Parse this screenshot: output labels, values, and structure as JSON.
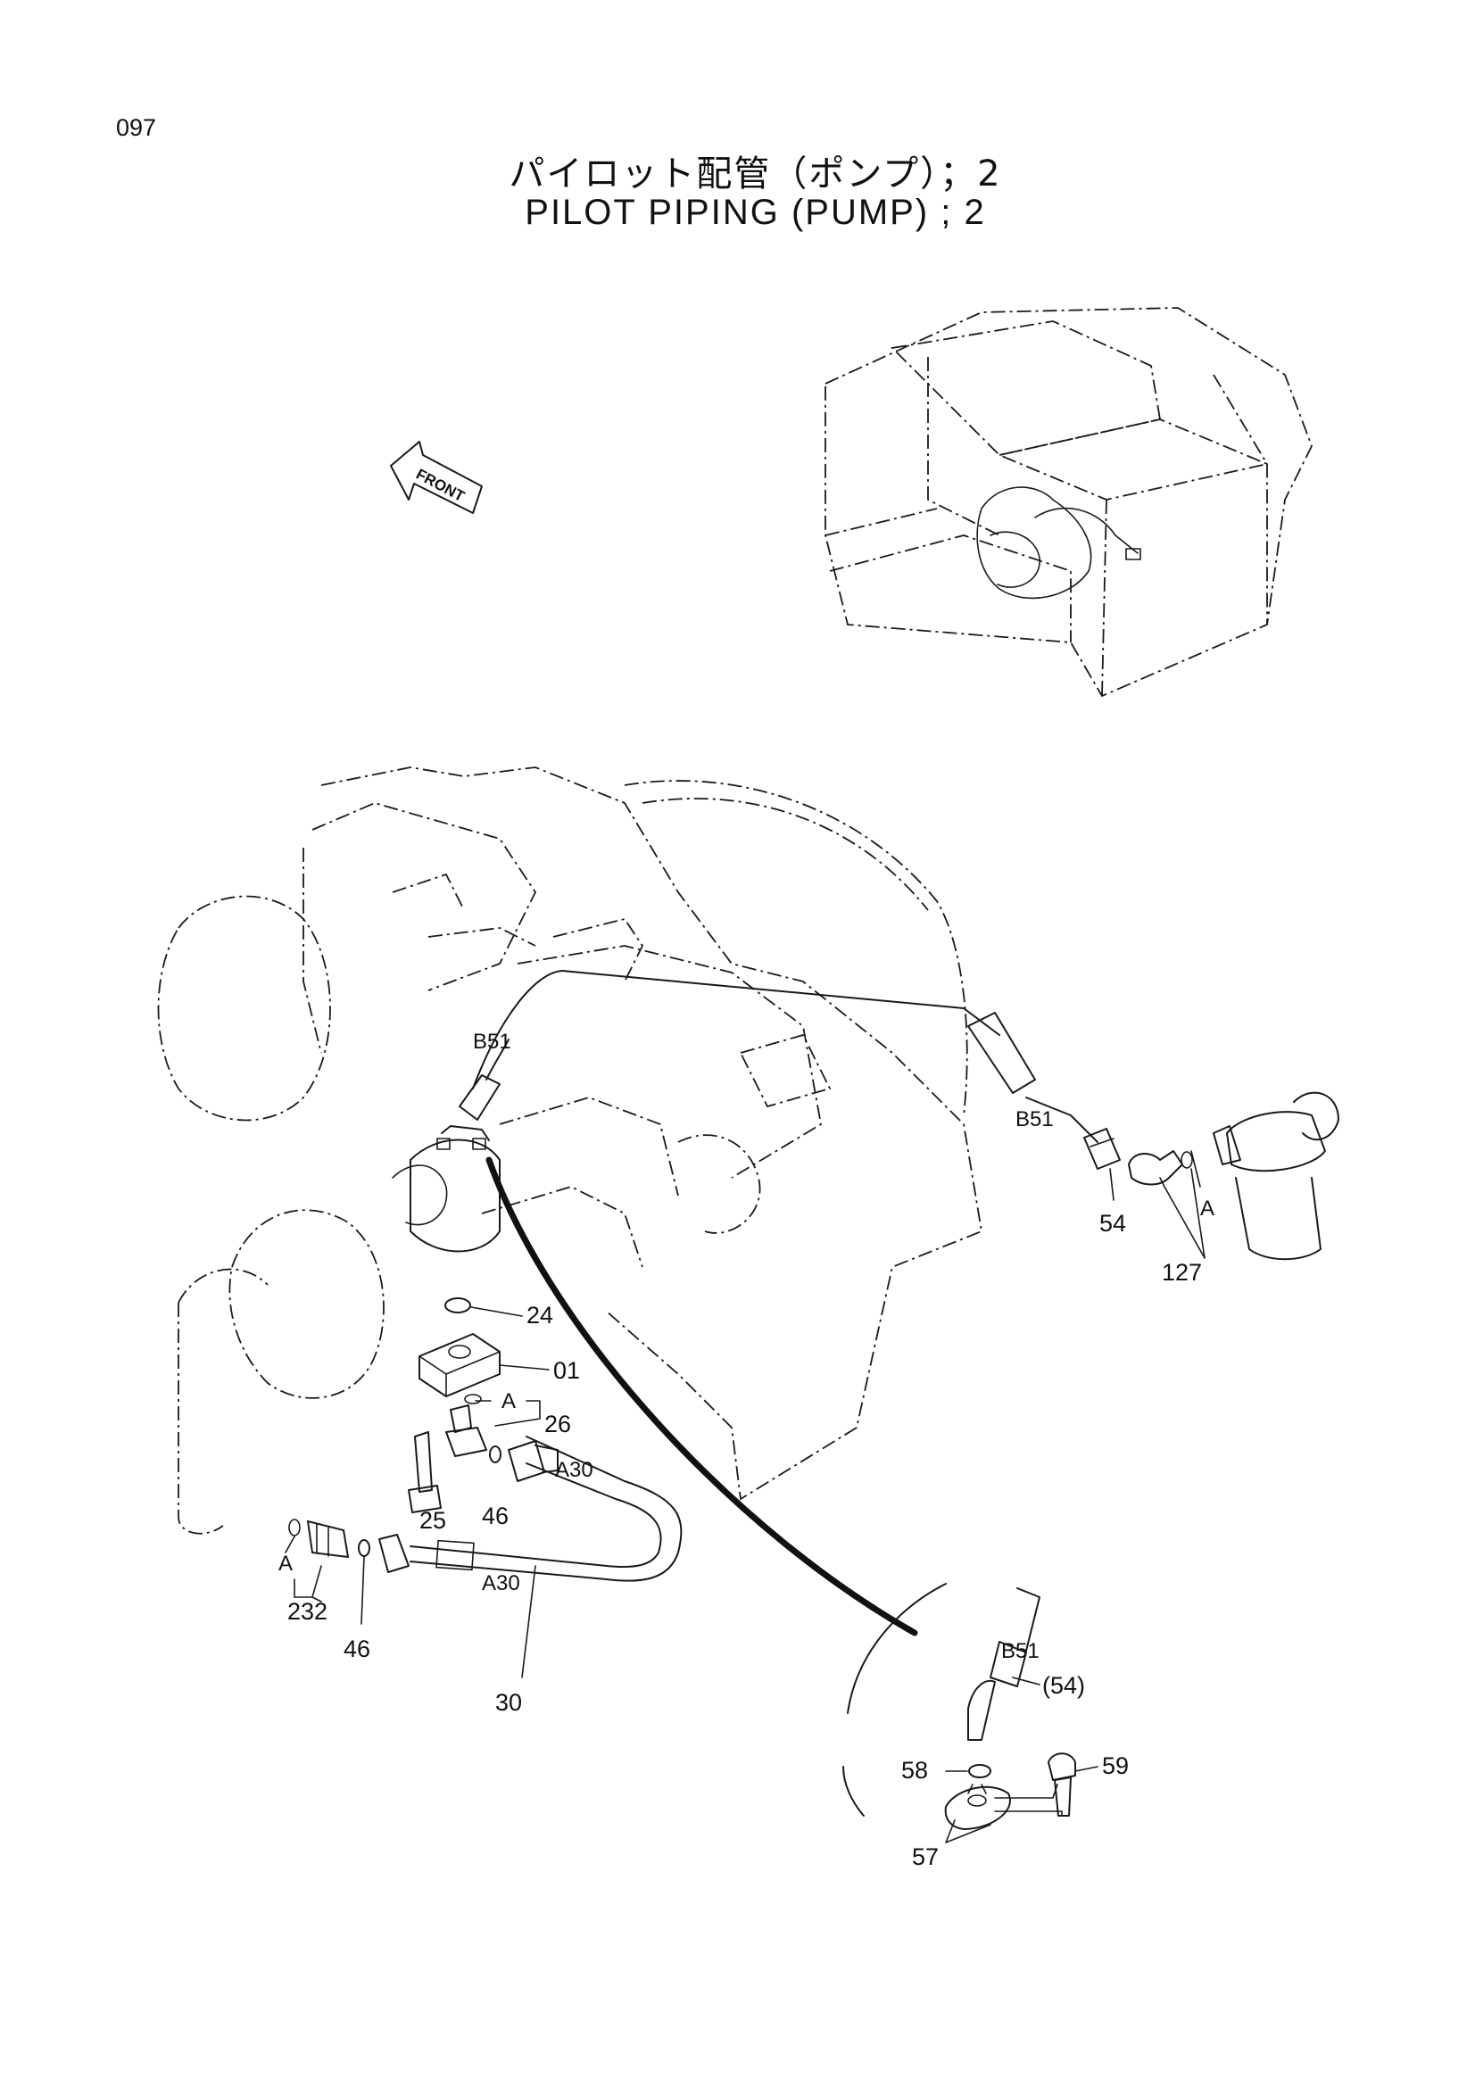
{
  "page_number": "097",
  "title_jp": "パイロット配管（ポンプ）；2",
  "title_en": "PILOT PIPING (PUMP) ; 2",
  "front_arrow": "FRONT",
  "callouts": {
    "p24": "24",
    "p01": "01",
    "p26": "26",
    "p25": "25",
    "p46a": "46",
    "p46b": "46",
    "p232": "232",
    "p30": "30",
    "p54": "54",
    "p127": "127",
    "p54_ref": "(54)",
    "p58": "58",
    "p59": "59",
    "p57": "57"
  },
  "hose_tags": {
    "b51_pump": "B51",
    "b51_filter": "B51",
    "b51_detail": "B51",
    "a30_upper": "A30",
    "a30_lower": "A30"
  },
  "connection_marks": {
    "a_filter": "A",
    "a_block": "A",
    "a_fitting": "A"
  }
}
